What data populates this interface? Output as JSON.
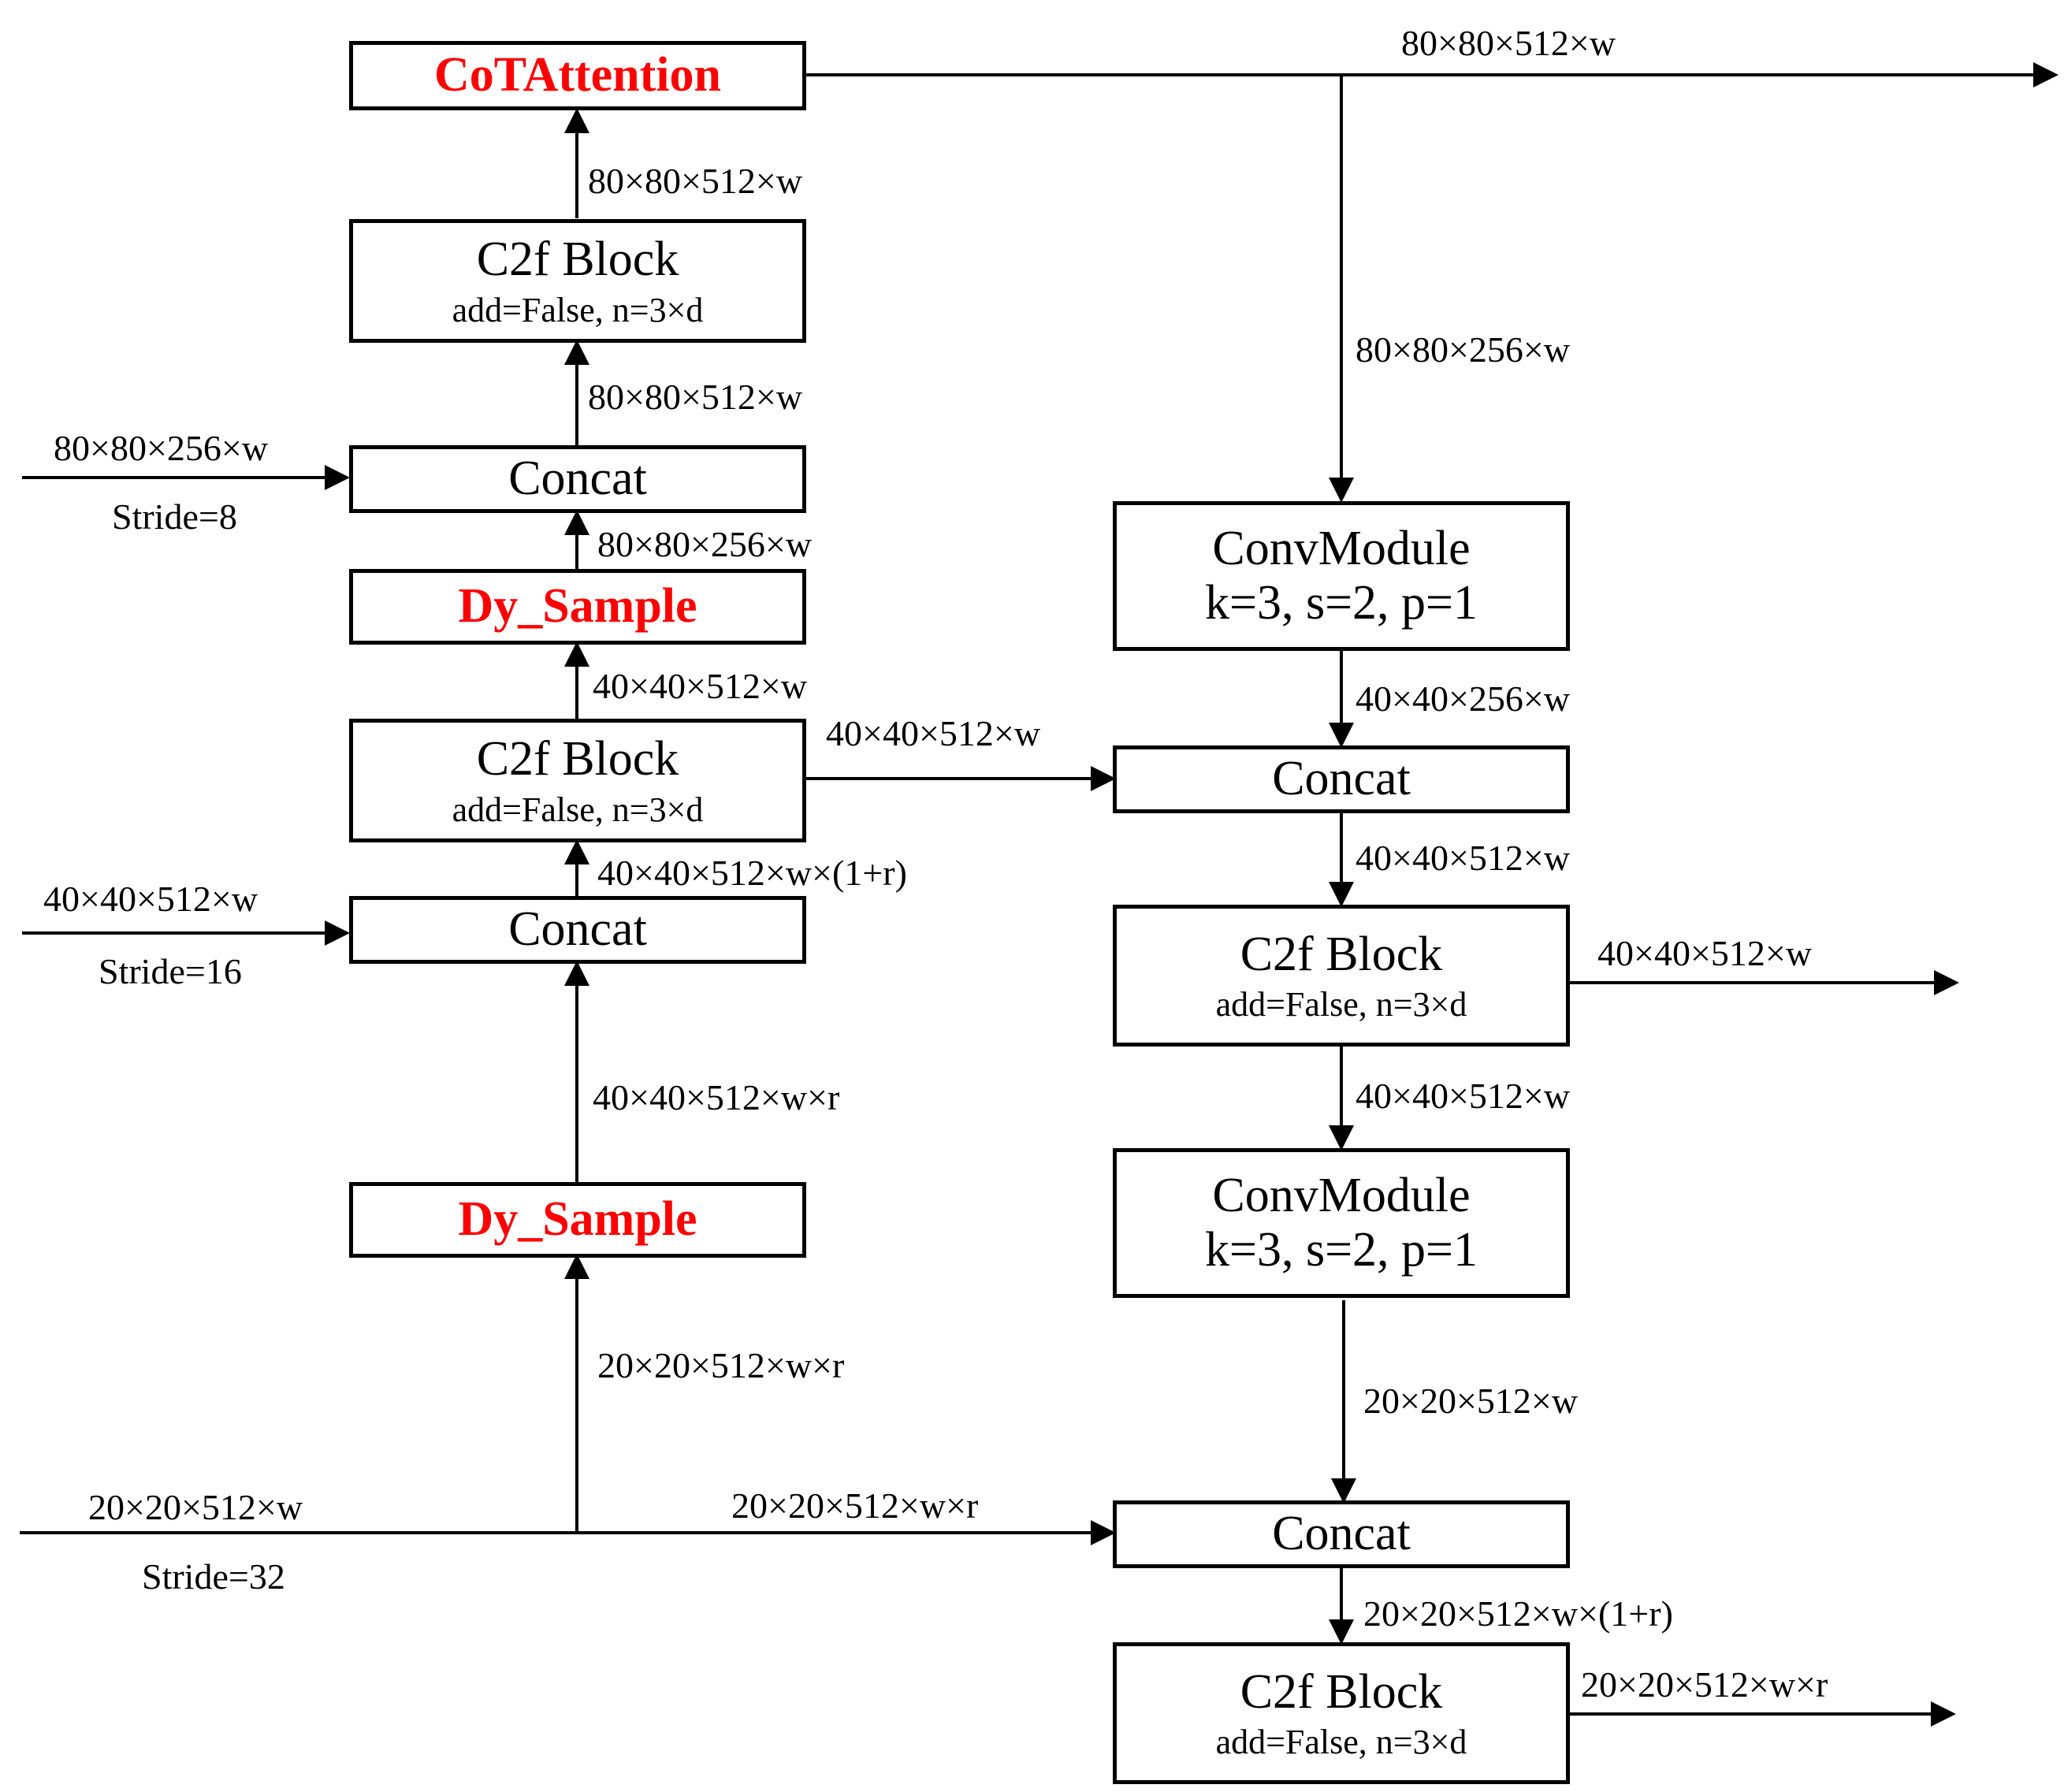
{
  "colors": {
    "highlight": "#ff0000",
    "line": "#000000"
  },
  "blocks": {
    "cot": {
      "title": "CoTAttention",
      "highlight": true
    },
    "c2f_top": {
      "title": "C2f Block",
      "sub": "add=False, n=3×d"
    },
    "concat_a": {
      "title": "Concat"
    },
    "dy_a": {
      "title": "Dy_Sample",
      "highlight": true
    },
    "c2f_mid": {
      "title": "C2f Block",
      "sub": "add=False, n=3×d"
    },
    "concat_b": {
      "title": "Concat"
    },
    "dy_b": {
      "title": "Dy_Sample",
      "highlight": true
    },
    "conv_a": {
      "title": "ConvModule",
      "sub": "k=3, s=2, p=1"
    },
    "concat_c": {
      "title": "Concat"
    },
    "c2f_r1": {
      "title": "C2f Block",
      "sub": "add=False, n=3×d"
    },
    "conv_b": {
      "title": "ConvModule",
      "sub": "k=3, s=2, p=1"
    },
    "concat_d": {
      "title": "Concat"
    },
    "c2f_r2": {
      "title": "C2f Block",
      "sub": "add=False, n=3×d"
    }
  },
  "labels": {
    "out_top": "80×80×512×w",
    "c2f_to_cot": "80×80×512×w",
    "right_down": "80×80×256×w",
    "concat_to_c2f": "80×80×512×w",
    "in_p3": "80×80×256×w",
    "stride_8": "Stride=8",
    "dy_to_concat": "80×80×256×w",
    "c2f_to_dy": "40×40×512×w",
    "mid_to_right": "40×40×512×w",
    "concat_to_mid": "40×40×512×w×(1+r)",
    "in_p4": "40×40×512×w",
    "stride_16": "Stride=16",
    "dy_b_to_concat": "40×40×512×w×r",
    "in_to_dy_b": "20×20×512×w×r",
    "in_p5": "20×20×512×w",
    "stride_32": "Stride=32",
    "bottom_to_right": "20×20×512×w×r",
    "conv_a_out": "40×40×256×w",
    "concat_c_out": "40×40×512×w",
    "out_mid": "40×40×512×w",
    "c2f_r1_out": "40×40×512×w",
    "conv_b_out": "20×20×512×w",
    "concat_d_out": "20×20×512×w×(1+r)",
    "out_bottom": "20×20×512×w×r"
  }
}
